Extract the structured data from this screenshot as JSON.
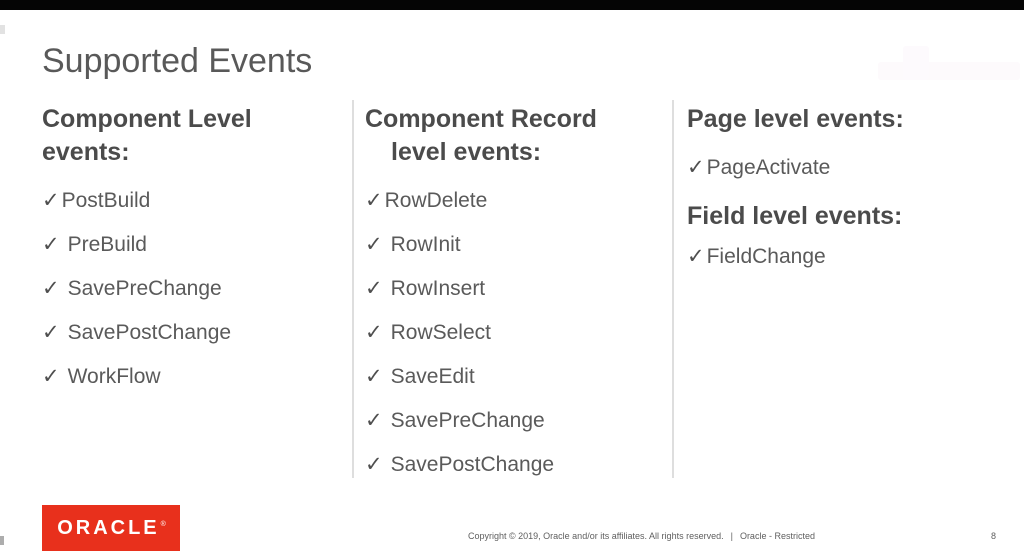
{
  "slide": {
    "title": "Supported Events",
    "page_number": "8"
  },
  "ui": {
    "checkmark": "✓"
  },
  "columns": [
    {
      "heading": "Component Level events:",
      "items": [
        "PostBuild",
        "PreBuild",
        "SavePreChange",
        "SavePostChange",
        "WorkFlow"
      ]
    },
    {
      "heading": "Component Record level events:",
      "items": [
        "RowDelete",
        "RowInit",
        "RowInsert",
        "RowSelect",
        "SaveEdit",
        "SavePreChange",
        "SavePostChange"
      ]
    },
    {
      "groups": [
        {
          "heading": "Page level events:",
          "items": [
            "PageActivate"
          ]
        },
        {
          "heading": "Field level events:",
          "items": [
            "FieldChange"
          ]
        }
      ]
    }
  ],
  "footer": {
    "logo_text": "ORACLE",
    "logo_reg": "®",
    "copyright": "Copyright © 2019, Oracle and/or its affiliates. All rights reserved.",
    "separator": "|",
    "classification": "Oracle - Restricted"
  },
  "colors": {
    "oracle_red": "#e8301c",
    "title_text": "#595959",
    "heading_text": "#4b4b4b",
    "body_text": "#5a5a5a",
    "divider": "#dedede",
    "footer_text": "#5f5f5f",
    "top_bar": "#050505"
  }
}
